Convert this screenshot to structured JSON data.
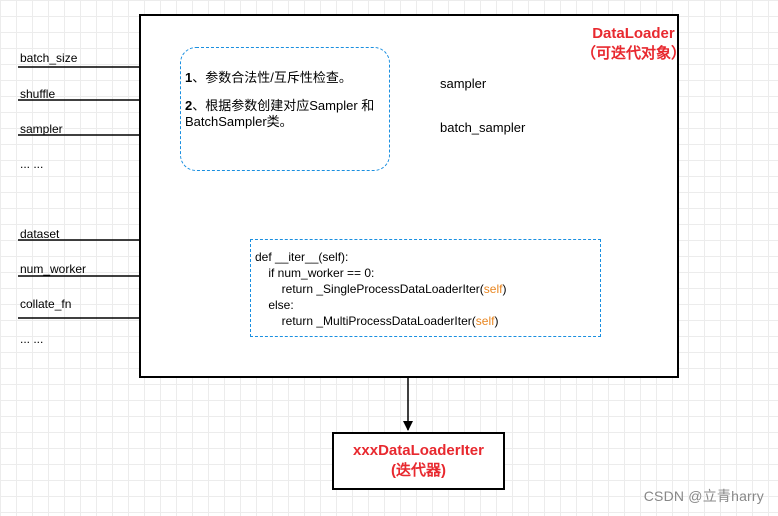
{
  "title": {
    "line1": "DataLoader",
    "line2": "（可迭代对象）"
  },
  "inputs_top": [
    "batch_size",
    "shuffle",
    "sampler",
    "... ..."
  ],
  "inputs_bottom": [
    "dataset",
    "num_worker",
    "collate_fn",
    "... ..."
  ],
  "check_box": {
    "item1_num": "1",
    "item1_text": "、参数合法性/互斥性检查。",
    "item2_num": "2",
    "item2_text": "、根据参数创建对应Sampler 和 BatchSampler类。"
  },
  "outputs": [
    "sampler",
    "batch_sampler"
  ],
  "code": {
    "line1": "def __iter__(self):",
    "line2": "    if num_worker == 0:",
    "line3_pre": "        return _SingleProcessDataLoaderIter(",
    "line3_kw": "self",
    "line3_post": ")",
    "line4": "    else:",
    "line5_pre": "        return _MultiProcessDataLoaderIter(",
    "line5_kw": "self",
    "line5_post": ")"
  },
  "iter_box": {
    "line1": "xxxDataLoaderIter",
    "line2": "(迭代器)"
  },
  "watermark": "CSDN @立青harry"
}
